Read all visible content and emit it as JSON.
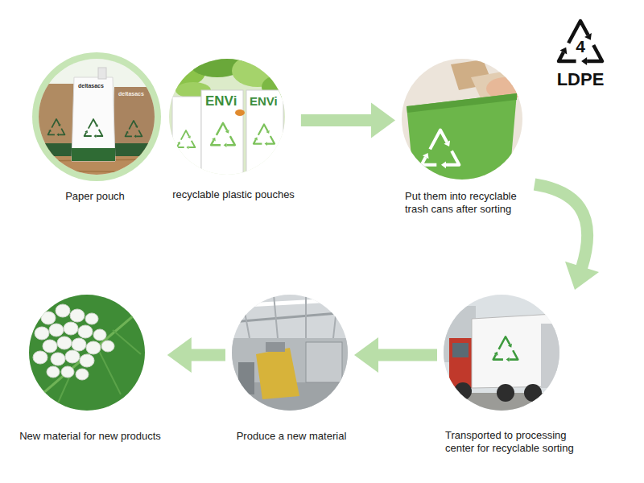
{
  "diagram": {
    "nodes": [
      {
        "text": [
          "Paper pouch"
        ]
      },
      {
        "text": [
          "recyclable plastic pouches"
        ]
      },
      {
        "text": [
          "Put them into recyclable trash cans after sorting"
        ]
      },
      {
        "text": [
          "Transported to processing center for recyclable sorting"
        ]
      },
      {
        "text": [
          "Produce a new material"
        ]
      },
      {
        "text": [
          "New material for new products"
        ]
      },
      {
        "text": [
          "4",
          "LDPE"
        ]
      }
    ],
    "edges": [
      {
        "from": 1,
        "to": 2,
        "arrow": "to"
      },
      {
        "from": 2,
        "to": 3,
        "arrow": "to"
      },
      {
        "from": 3,
        "to": 4,
        "arrow": "to"
      },
      {
        "from": 4,
        "to": 5,
        "arrow": "to"
      }
    ],
    "labels": [
      "deltasacs",
      "deltasacs",
      "ENVi",
      "ENVi"
    ]
  }
}
